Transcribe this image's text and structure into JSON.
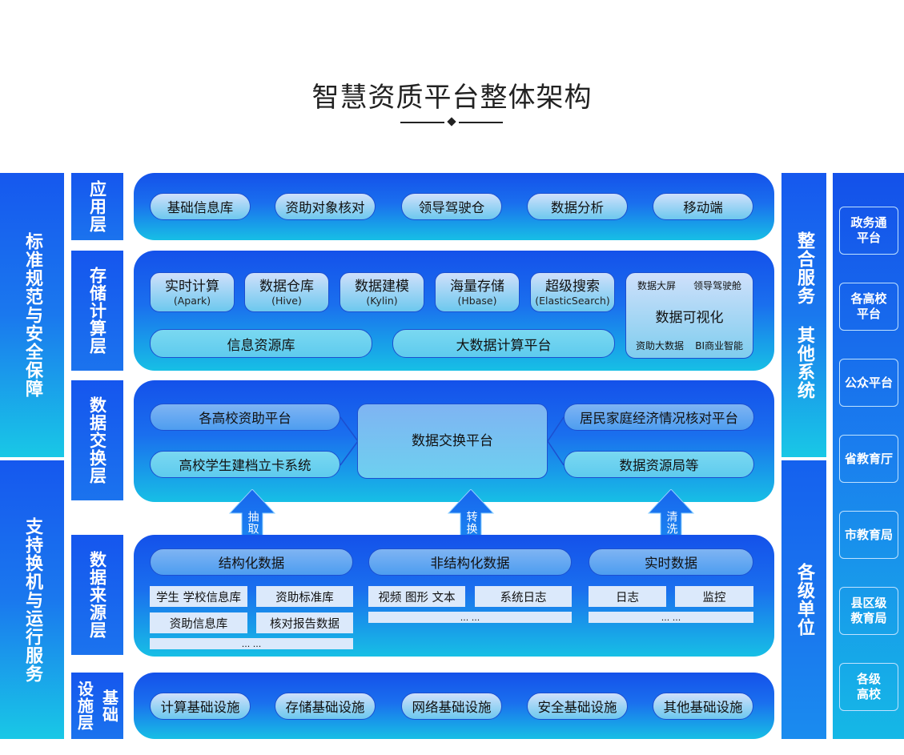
{
  "title": "智慧资质平台整体架构",
  "left_columns": [
    {
      "label": "标准规范与安全保障"
    },
    {
      "label": "支持换机与运行服务"
    }
  ],
  "layers": {
    "app": {
      "label": "应用层",
      "items": [
        "基础信息库",
        "资助对象核对",
        "领导驾驶仓",
        "数据分析",
        "移动端"
      ]
    },
    "storage": {
      "label": "存储计算层",
      "items": [
        {
          "name": "实时计算",
          "sub": "(Apark)"
        },
        {
          "name": "数据仓库",
          "sub": "(Hive)"
        },
        {
          "name": "数据建模",
          "sub": "(Kylin)"
        },
        {
          "name": "海量存储",
          "sub": "(Hbase)"
        },
        {
          "name": "超级搜索",
          "sub": "(ElasticSearch)"
        }
      ],
      "info_lib": "信息资源库",
      "bigdata": "大数据计算平台",
      "viz": {
        "top_left": "数据大屏",
        "top_right": "领导驾驶舱",
        "center": "数据可视化",
        "bottom_left": "资助大数据",
        "bottom_right": "BI商业智能"
      }
    },
    "exchange": {
      "label": "数据交换层",
      "left": [
        "各高校资助平台",
        "高校学生建档立卡系统"
      ],
      "center": "数据交换平台",
      "right": [
        "居民家庭经济情况核对平台",
        "数据资源局等"
      ]
    },
    "arrows": [
      "抽取",
      "转换",
      "清洗"
    ],
    "source": {
      "label": "数据来源层",
      "groups": [
        {
          "title": "结构化数据",
          "cells": [
            "学生 学校信息库",
            "资助标准库",
            "资助信息库",
            "核对报告数据"
          ],
          "more": "... ..."
        },
        {
          "title": "非结构化数据",
          "cells": [
            "视频 图形 文本",
            "系统日志"
          ],
          "more": "... ..."
        },
        {
          "title": "实时数据",
          "cells": [
            "日志",
            "监控"
          ],
          "more": "... ..."
        }
      ]
    },
    "infra": {
      "label_a": "设施层",
      "label_b": "基础",
      "items": [
        "计算基础设施",
        "存储基础设施",
        "网络基础设施",
        "安全基础设施",
        "其他基础设施"
      ]
    }
  },
  "right_columns": [
    {
      "label": "整合服务 其他系统"
    },
    {
      "label": "各级单位"
    }
  ],
  "units": [
    "政务通平台",
    "各高校平台",
    "公众平台",
    "省教育厅",
    "市教育局",
    "县区级教育局",
    "各级高校"
  ],
  "units_lines": [
    [
      "政务通",
      "平台"
    ],
    [
      "各高校",
      "平台"
    ],
    [
      "公众平台"
    ],
    [
      "省教育厅"
    ],
    [
      "市教育局"
    ],
    [
      "县区级",
      "教育局"
    ],
    [
      "各级",
      "高校"
    ]
  ]
}
